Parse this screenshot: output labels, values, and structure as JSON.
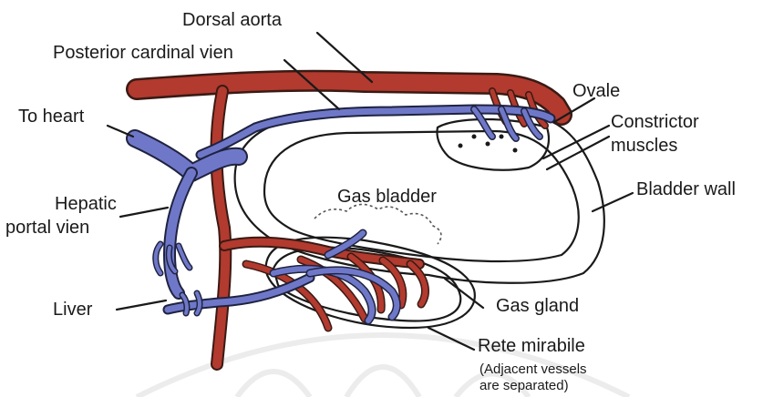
{
  "labels": {
    "dorsal_aorta": "Dorsal aorta",
    "posterior_cardinal": "Posterior cardinal vien",
    "to_heart": "To heart",
    "ovale": "Ovale",
    "constrictor_line1": "Constrictor",
    "constrictor_line2": "muscles",
    "hepatic_line1": "Hepatic",
    "hepatic_line2": "portal vien",
    "gas_bladder": "Gas bladder",
    "bladder_wall": "Bladder wall",
    "liver": "Liver",
    "gas_gland": "Gas gland",
    "rete_mirabile": "Rete mirabile",
    "rete_note_line1": "(Adjacent vessels",
    "rete_note_line2": "are separated)"
  },
  "colors": {
    "artery": "#b23a2e",
    "artery_outline": "#3a1a14",
    "vein": "#6f78c8",
    "vein_outline": "#1f2340",
    "line": "#1a1a1a",
    "background": "#ffffff",
    "watermark": "#ececec"
  }
}
